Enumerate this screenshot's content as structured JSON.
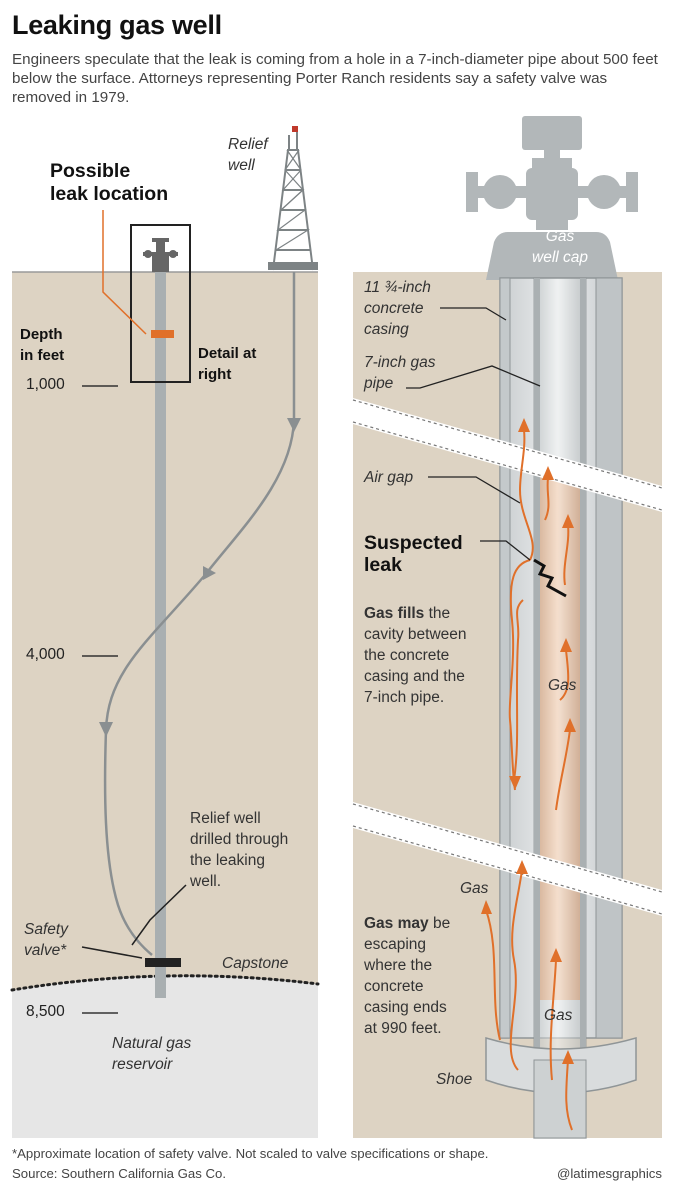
{
  "title": "Leaking gas well",
  "subtitle": "Engineers speculate that the leak is coming from a hole in a 7-inch-diameter pipe about 500 feet below the surface. Attorneys representing Porter Ranch residents say a safety valve was removed in 1979.",
  "left_panel": {
    "possible_leak_line1": "Possible",
    "possible_leak_line2": "leak location",
    "relief_well_line1": "Relief",
    "relief_well_line2": "well",
    "depth_line1": "Depth",
    "depth_line2": "in feet",
    "detail_line1": "Detail at",
    "detail_line2": "right",
    "depth_ticks": [
      "1,000",
      "4,000",
      "8,500"
    ],
    "relief_text": [
      "Relief well",
      "drilled through",
      "the leaking",
      "well."
    ],
    "safety_line1": "Safety",
    "safety_line2": "valve*",
    "capstone": "Capstone",
    "reservoir_line1": "Natural gas",
    "reservoir_line2": "reservoir"
  },
  "right_panel": {
    "cap_line1": "Gas",
    "cap_line2": "well cap",
    "casing_lines": [
      "11 ¾-inch",
      "concrete",
      "casing"
    ],
    "pipe_lines": [
      "7-inch gas",
      "pipe"
    ],
    "air_gap": "Air gap",
    "suspected_line1": "Suspected",
    "suspected_line2": "leak",
    "gas_fills_bold": "Gas fills",
    "gas_fills_rest": " the",
    "gas_fills_lines": [
      "cavity between",
      "the concrete",
      "casing and the",
      "7-inch pipe."
    ],
    "gas_label": "Gas",
    "gas_may_bold": "Gas may",
    "gas_may_rest": " be",
    "gas_may_lines": [
      "escaping",
      "where the",
      "concrete",
      "casing ends",
      "at 990 feet."
    ],
    "shoe": "Shoe"
  },
  "footnote": "*Approximate location of safety valve. Not scaled to valve specifications or shape.",
  "source": "Source: Southern California Gas Co.",
  "credit": "@latimesgraphics",
  "colors": {
    "ground": "#ddd3c3",
    "reservoir": "#e6e6e6",
    "pipe_gray": "#a9afb1",
    "light_pipe": "#dfe3e4",
    "gas_orange": "#e0702a",
    "gas_fill": "#f3b98c",
    "arrow_gray": "#8a8f91"
  }
}
